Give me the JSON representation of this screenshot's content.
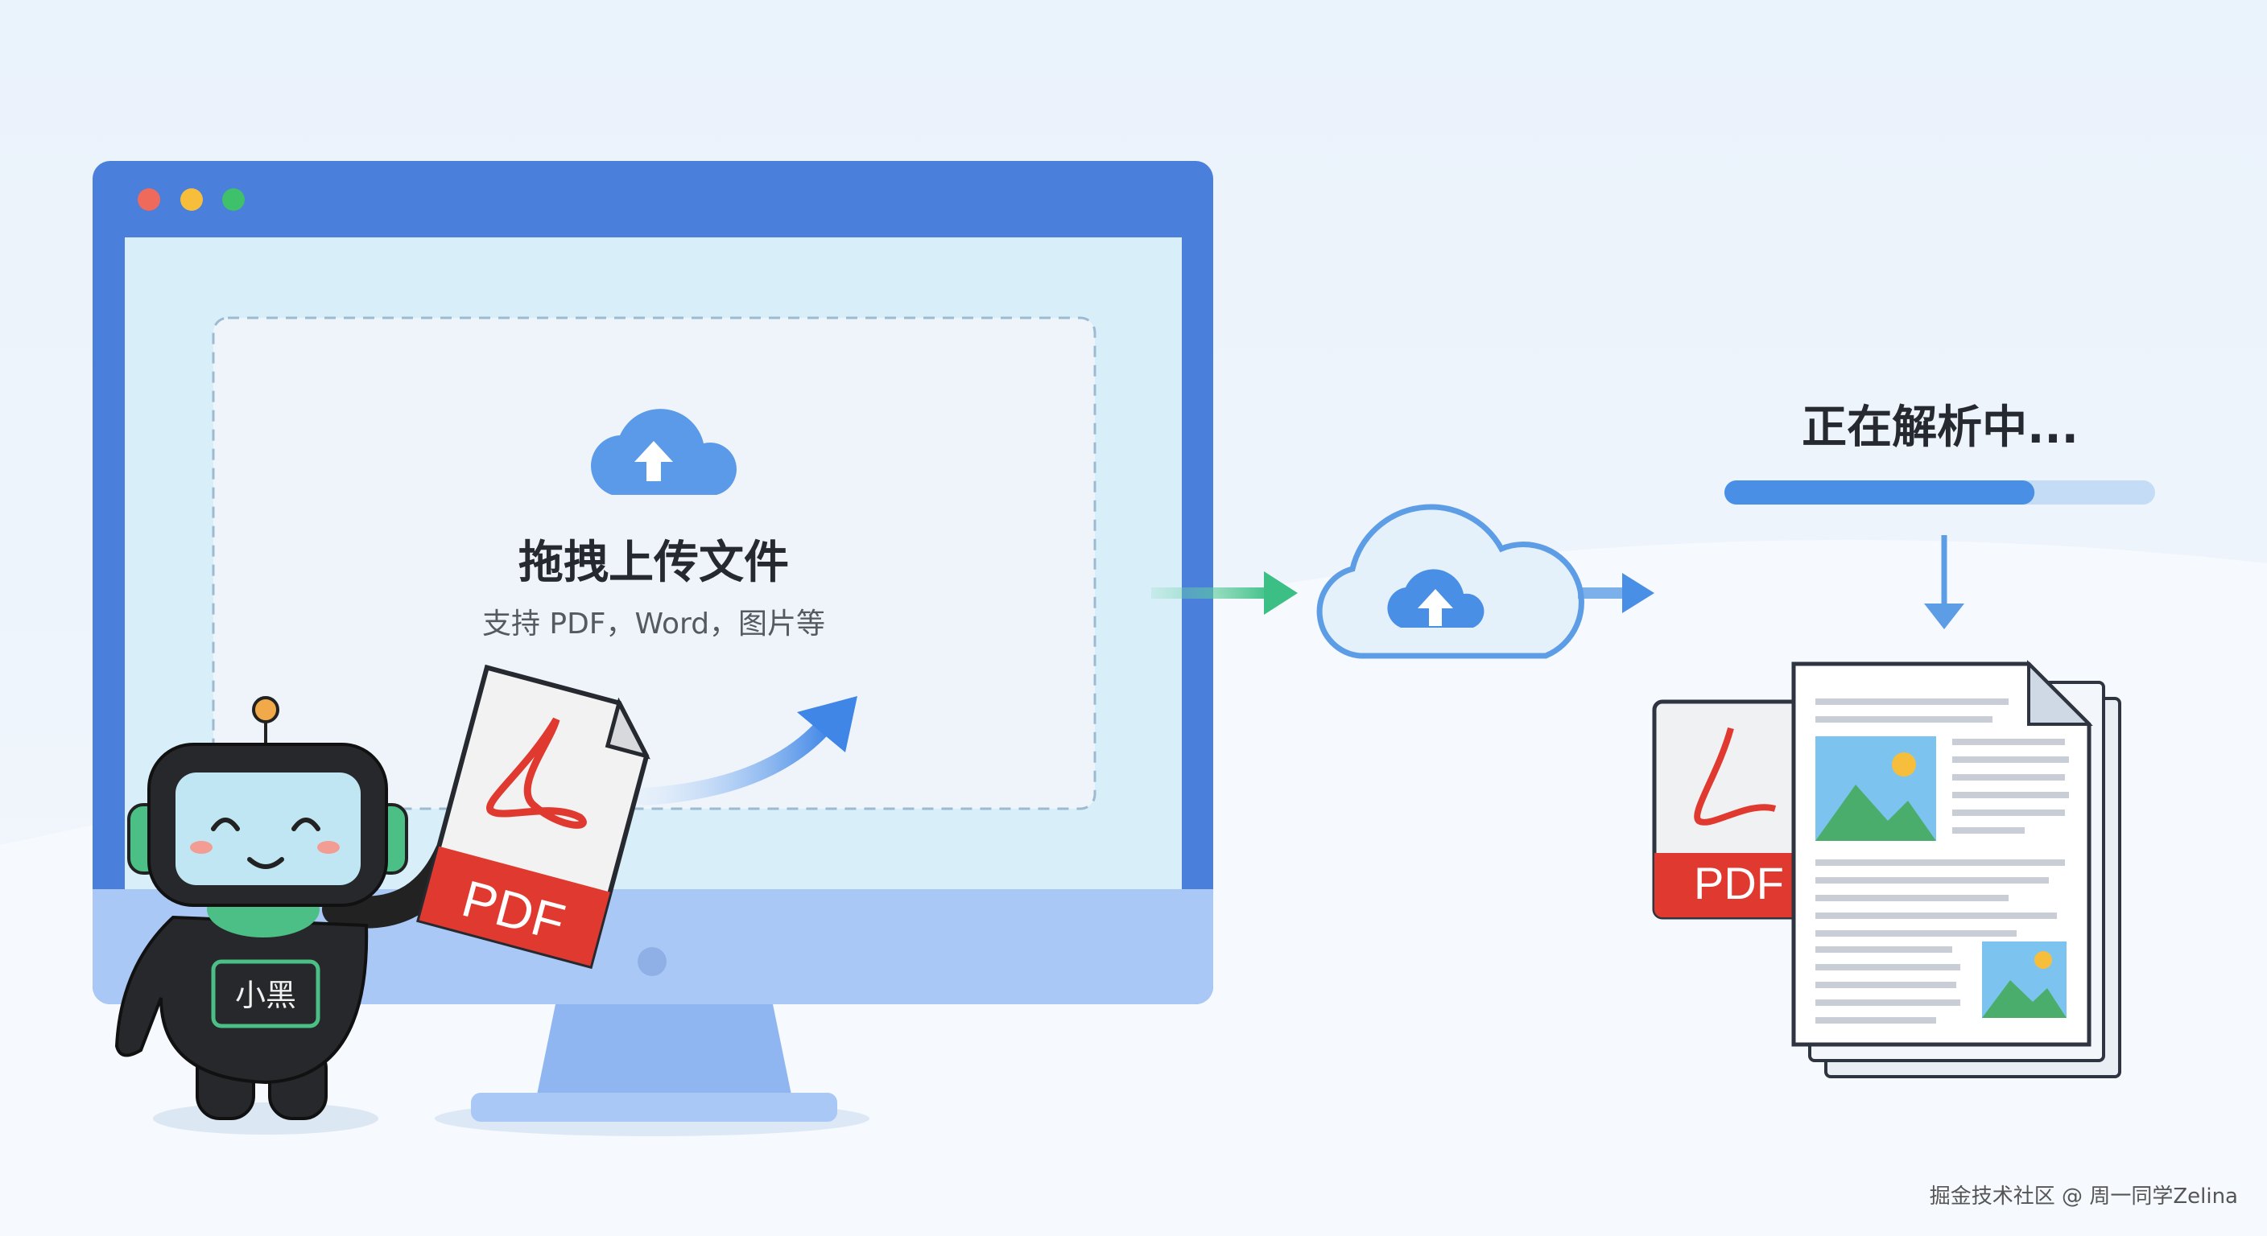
{
  "upload_zone": {
    "title": "拖拽上传文件",
    "subtitle": "支持 PDF，Word，图片等",
    "icon": "cloud-upload-icon"
  },
  "mascot": {
    "name_badge": "小黑",
    "held_file_label": "PDF"
  },
  "window_controls": {
    "colors": [
      "#ef6a5a",
      "#f6be3b",
      "#3fc06a"
    ]
  },
  "processing": {
    "status": "正在解析中...",
    "progress_percent": 72,
    "result_file_label": "PDF"
  },
  "watermark": "掘金技术社区 @ 周一同学Zelina",
  "colors": {
    "monitor_frame": "#4a7fdc",
    "screen": "#d8eef8",
    "progress_fill": "#4a8fe6",
    "progress_track": "#c4dcf5",
    "pdf_red": "#e0392f",
    "accent_green": "#46c08a"
  }
}
